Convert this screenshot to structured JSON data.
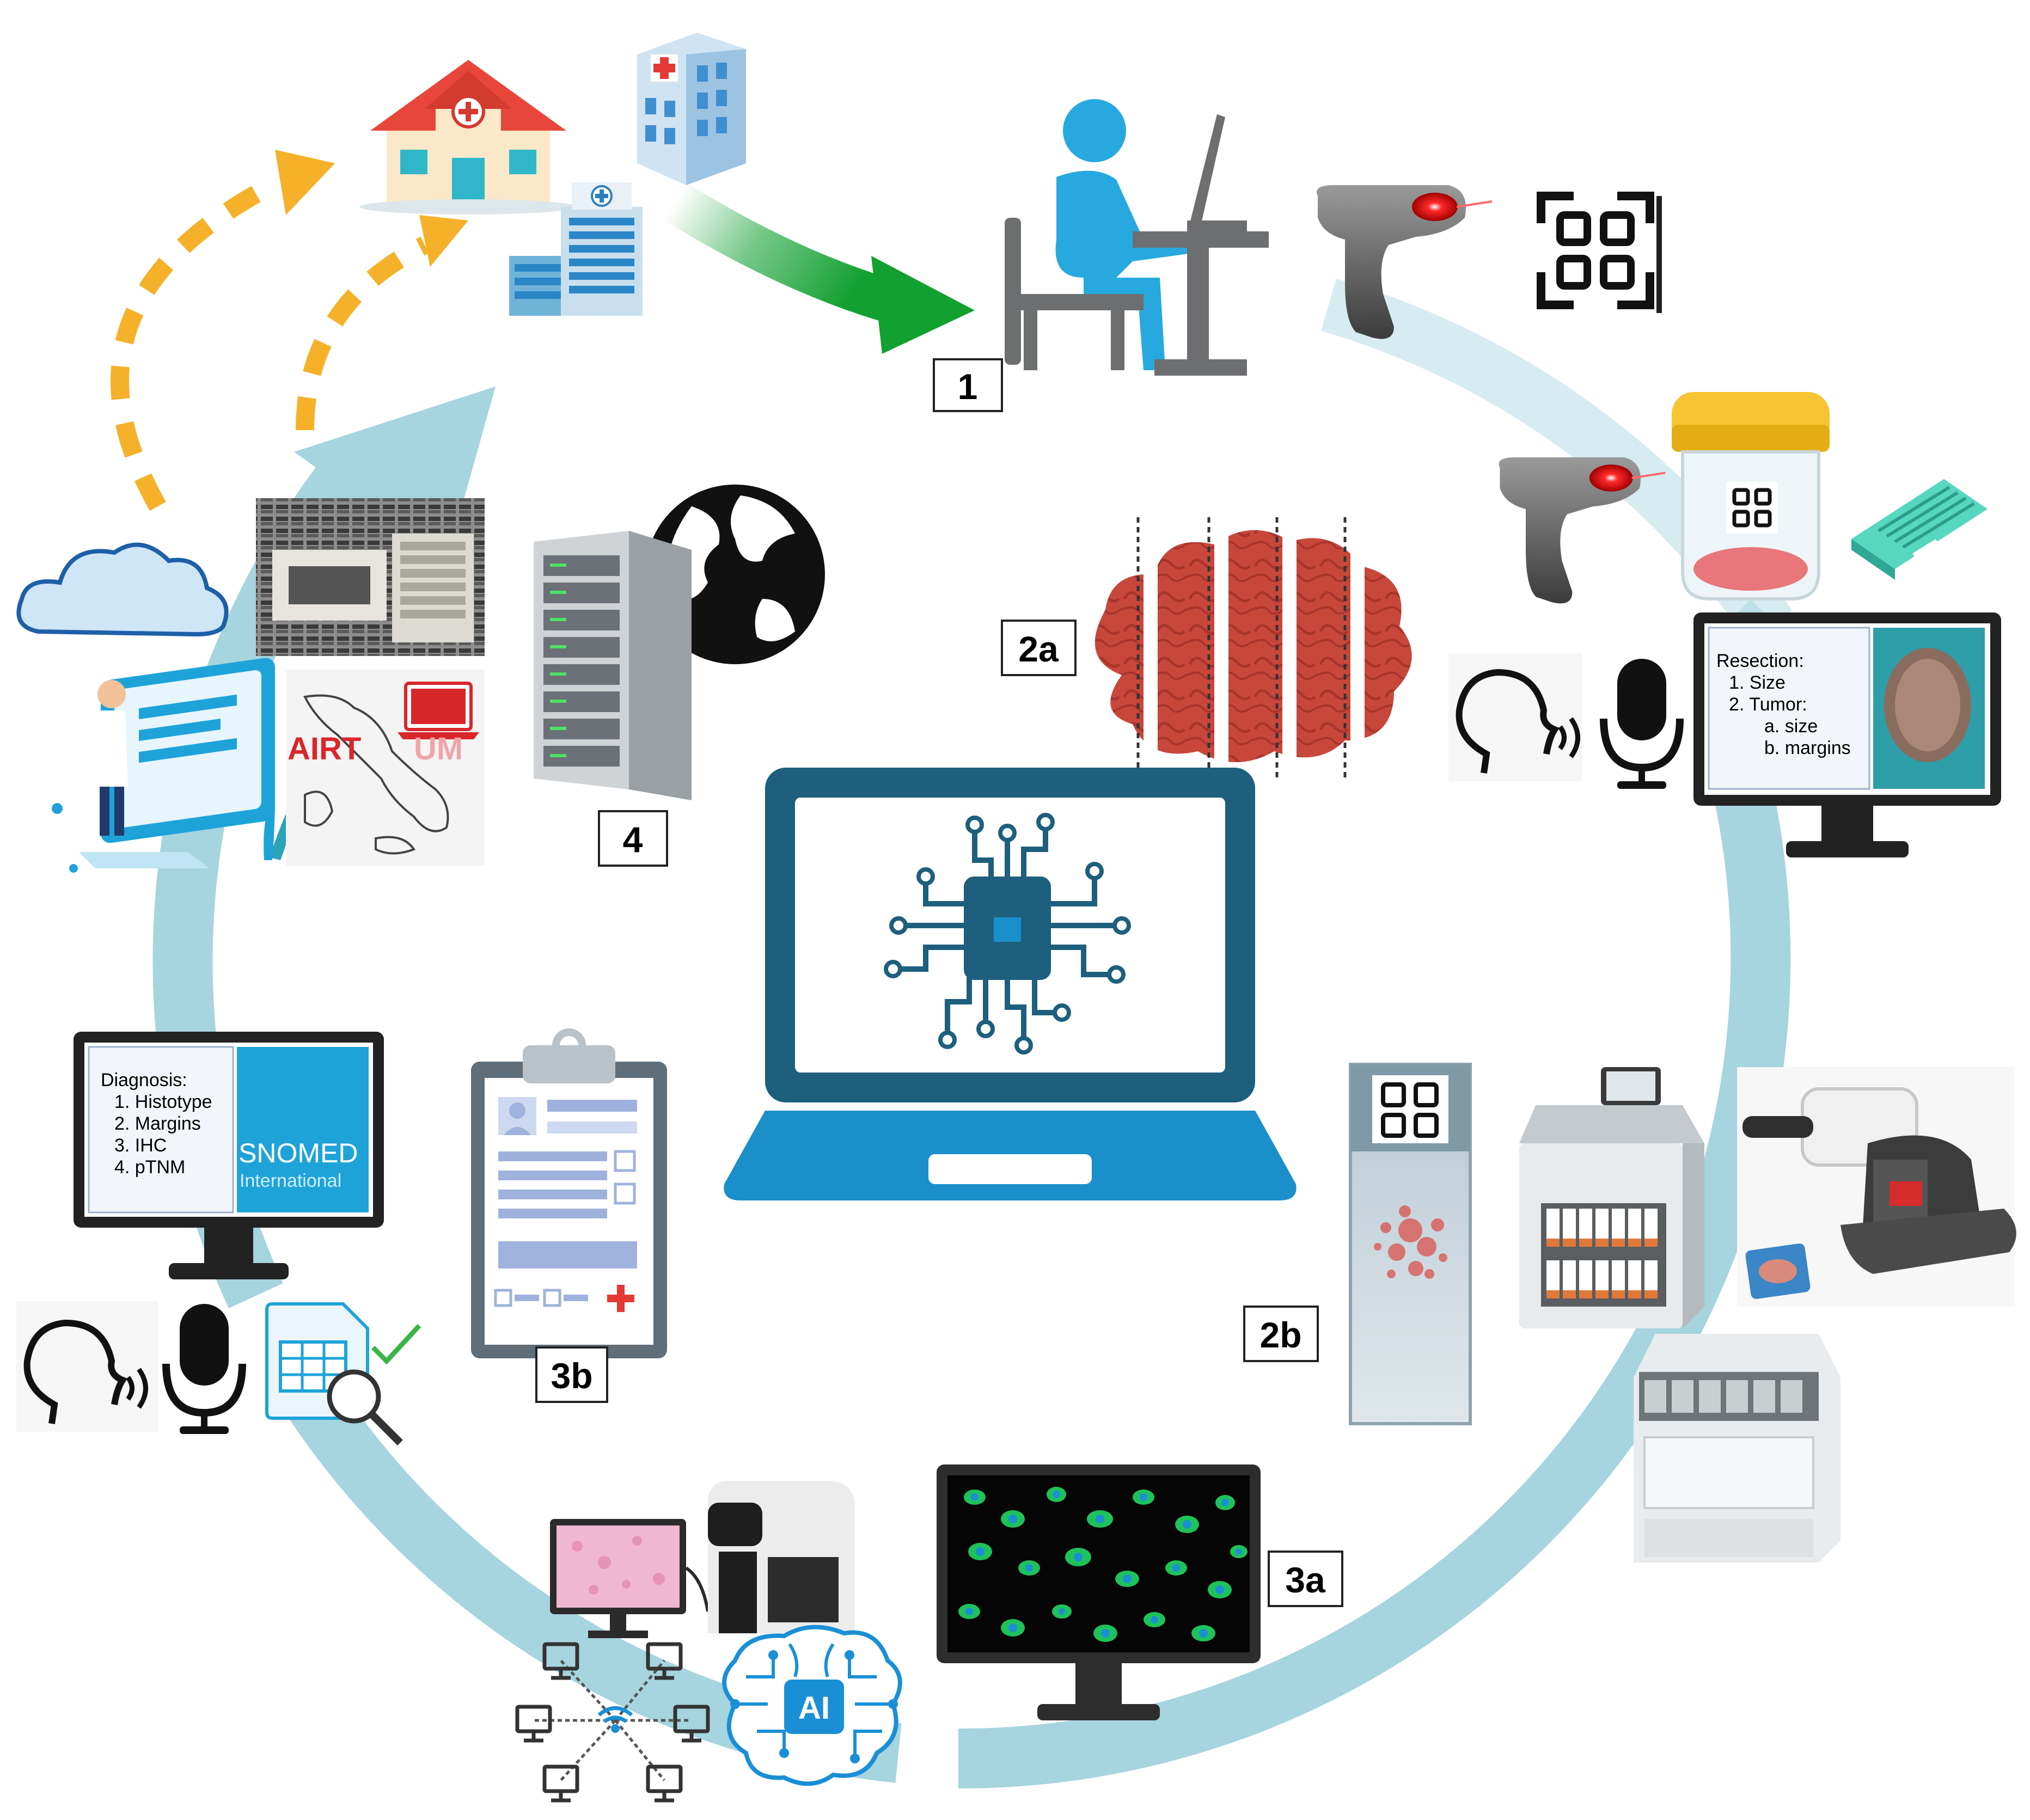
{
  "step_labels": {
    "s1": "1",
    "s2a": "2a",
    "s2b": "2b",
    "s3a": "3a",
    "s3b": "3b",
    "s4": "4"
  },
  "resection_screen": {
    "title": "Resection:",
    "item1": "1.  Size",
    "item2": "2.  Tumor:",
    "sub_a": "a.  size",
    "sub_b": "b.  margins"
  },
  "diagnosis_screen": {
    "title": "Diagnosis:",
    "item1": "1.  Histotype",
    "item2": "2.  Margins",
    "item3": "3.  IHC",
    "item4": "4.  pTNM"
  },
  "snomed": {
    "name": "SNOMED",
    "sub": "International"
  },
  "airtum": {
    "part1": "AIRT",
    "part2": "UM"
  },
  "ai_badge": "AI",
  "colors": {
    "cycle": "#a6d4df",
    "accent_blue": "#1a8fc9",
    "dark_teal": "#1d5f7c",
    "green_arrow": "#1aa33a",
    "orange_dash": "#f6b12a",
    "person": "#27a9e0",
    "furniture": "#6d6e70",
    "tissue": "#c2453a",
    "cloud": "#5aa9e6",
    "airtum_red": "#d9262b"
  }
}
